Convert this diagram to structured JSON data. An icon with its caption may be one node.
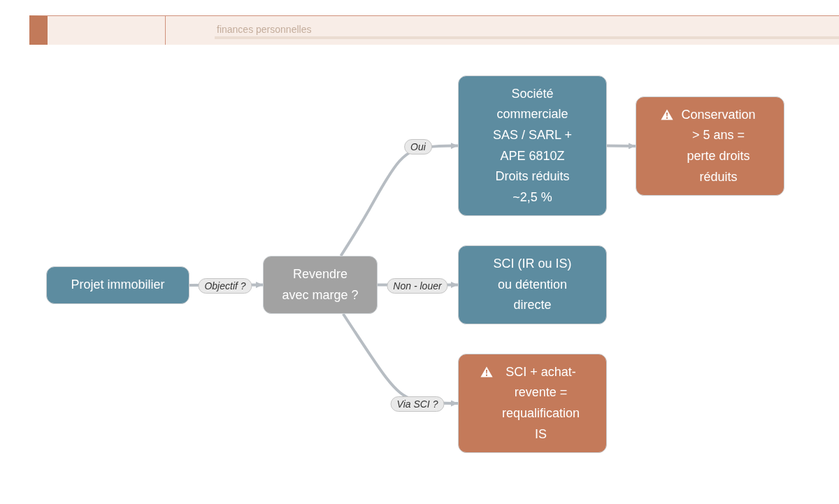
{
  "diagram": {
    "nodes": [
      {
        "text": [
          "Projet immobilier"
        ]
      },
      {
        "text": [
          "Revendre avec marge ?"
        ]
      },
      {
        "text": [
          "Société commerciale SAS / SARL + APE 6810Z Droits réduits ~2,5 %"
        ]
      },
      {
        "text": [
          "Conservation > 5 ans = perte droits réduits"
        ]
      },
      {
        "text": [
          "SCI (IR ou IS) ou détention directe"
        ]
      },
      {
        "text": [
          "SCI + achat-revente = requalification IS"
        ]
      }
    ],
    "edges": [
      {
        "from": 0,
        "to": 1,
        "arrow": "to",
        "label": "Objectif ?"
      },
      {
        "from": 1,
        "to": 2,
        "arrow": "to",
        "label": "Oui"
      },
      {
        "from": 1,
        "to": 4,
        "arrow": "to",
        "label": "Non - louer"
      },
      {
        "from": 1,
        "to": 5,
        "arrow": "to",
        "label": "Via SCI ?"
      },
      {
        "from": 2,
        "to": 3,
        "arrow": "to"
      }
    ],
    "labels": [
      "finances personnelles"
    ]
  }
}
